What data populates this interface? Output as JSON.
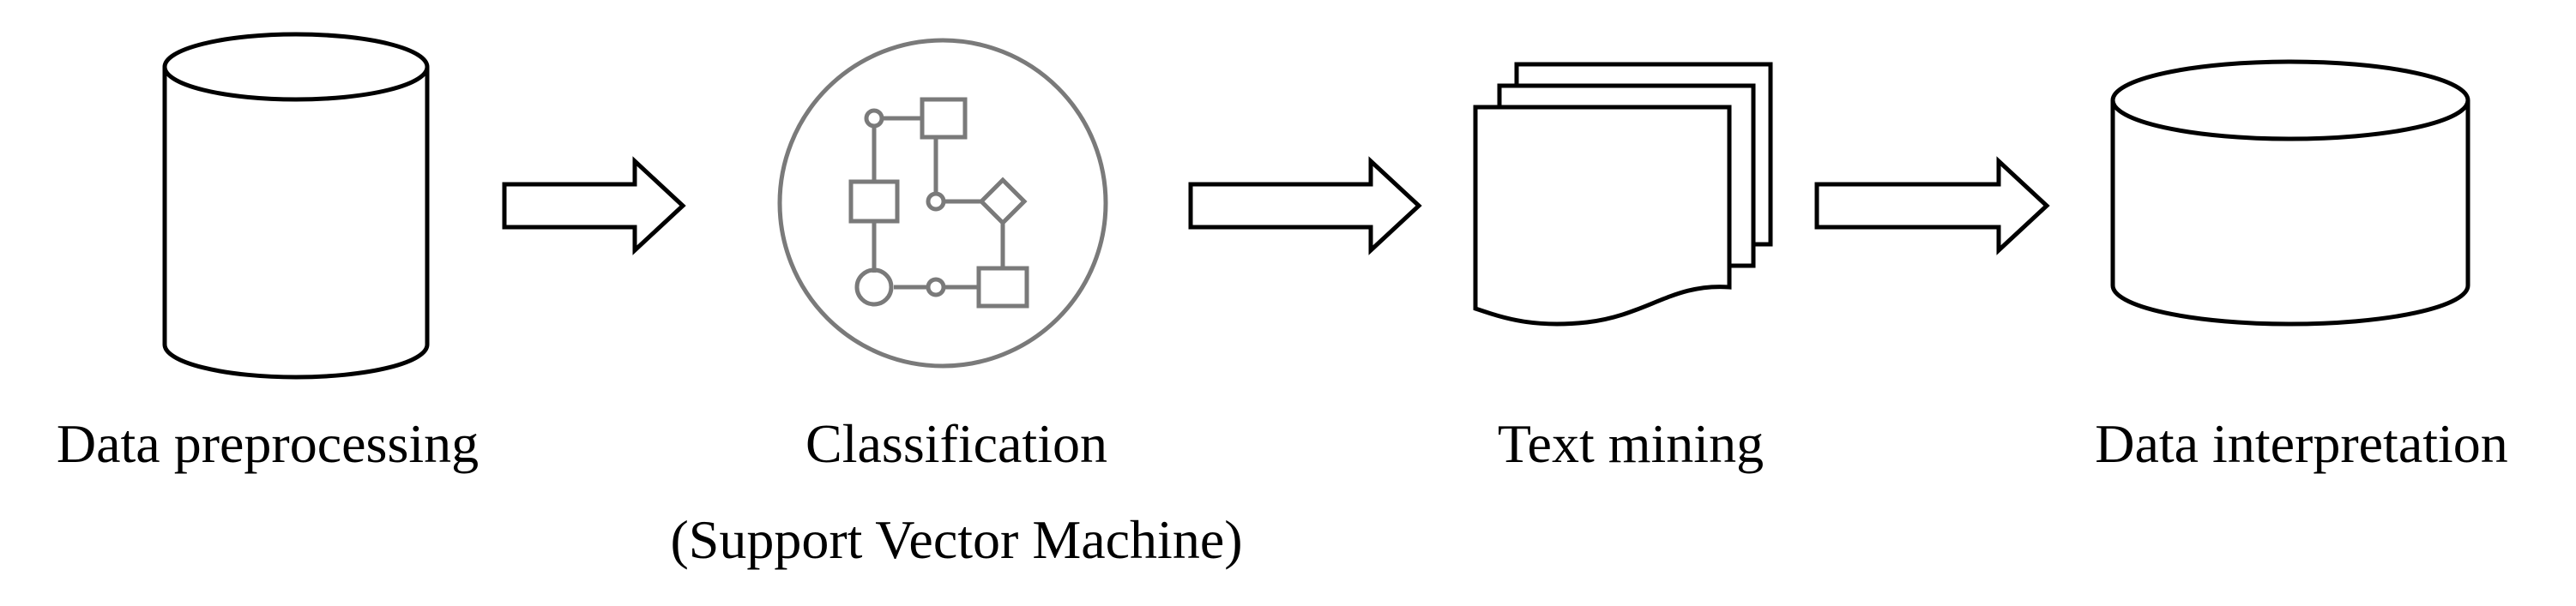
{
  "steps": [
    {
      "label": "Data preprocessing",
      "icon": "database-cylinder-icon"
    },
    {
      "label": "Classification",
      "sublabel": "(Support Vector Machine)",
      "icon": "flowchart-circle-icon"
    },
    {
      "label": "Text mining",
      "icon": "document-stack-icon"
    },
    {
      "label": "Data interpretation",
      "icon": "database-cylinder-icon"
    }
  ],
  "colors": {
    "stroke": "#000000",
    "icon_gray": "#7a7a7a",
    "background": "#ffffff"
  }
}
